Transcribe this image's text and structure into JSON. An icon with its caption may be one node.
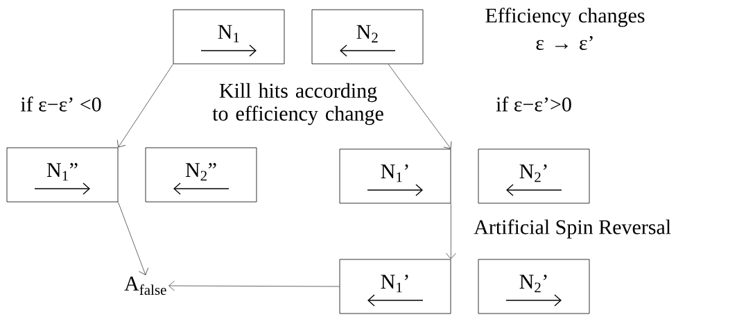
{
  "diagram": {
    "nodes": [
      {
        "text": [
          "N$_{1}$"
        ]
      },
      {
        "text": [
          "N$_{2}$"
        ]
      },
      {
        "text": [
          "N$_{1}$”"
        ]
      },
      {
        "text": [
          "N$_{2}$”"
        ]
      },
      {
        "text": [
          "N$_{1}$’"
        ]
      },
      {
        "text": [
          "N$_{2}$’"
        ]
      },
      {
        "text": [
          "N$_{1}$’"
        ]
      },
      {
        "text": [
          "N$_{2}$’"
        ]
      },
      {
        "text": [
          "A$_{false}$"
        ]
      }
    ],
    "edges": [
      {
        "from": 0,
        "to": 2,
        "arrow": "to",
        "label": "if ε−ε’ <0"
      },
      {
        "from": 1,
        "to": 4,
        "arrow": "to",
        "label": "if ε−ε’>0"
      },
      {
        "from": 2,
        "to": 8,
        "arrow": "to"
      },
      {
        "from": 4,
        "to": 6,
        "arrow": "to",
        "label": "Artificial Spin Reversal"
      },
      {
        "from": 6,
        "to": 8,
        "arrow": "to"
      }
    ],
    "labels": [
      "Efficiency changes",
      "ε → ε’",
      "Kill hits according to efficiency change"
    ]
  }
}
